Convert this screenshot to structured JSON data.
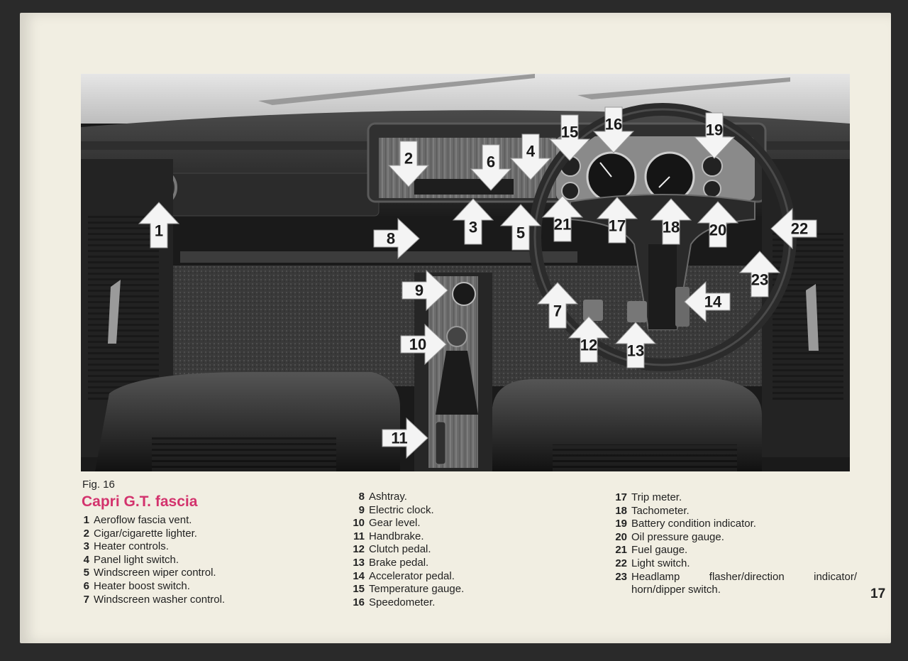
{
  "figure": {
    "label": "Fig. 16",
    "title": "Capri G.T. fascia"
  },
  "callouts": [
    "1",
    "2",
    "3",
    "4",
    "5",
    "6",
    "7",
    "8",
    "9",
    "10",
    "11",
    "12",
    "13",
    "14",
    "15",
    "16",
    "17",
    "18",
    "19",
    "20",
    "21",
    "22",
    "23"
  ],
  "legend": [
    {
      "num": "1",
      "text": "Aeroflow fascia vent."
    },
    {
      "num": "2",
      "text": "Cigar/cigarette lighter."
    },
    {
      "num": "3",
      "text": "Heater controls."
    },
    {
      "num": "4",
      "text": "Panel light switch."
    },
    {
      "num": "5",
      "text": "Windscreen wiper control."
    },
    {
      "num": "6",
      "text": "Heater boost switch."
    },
    {
      "num": "7",
      "text": "Windscreen washer control."
    },
    {
      "num": "8",
      "text": "Ashtray."
    },
    {
      "num": "9",
      "text": "Electric clock."
    },
    {
      "num": "10",
      "text": "Gear level."
    },
    {
      "num": "11",
      "text": "Handbrake."
    },
    {
      "num": "12",
      "text": "Clutch pedal."
    },
    {
      "num": "13",
      "text": "Brake pedal."
    },
    {
      "num": "14",
      "text": "Accelerator pedal."
    },
    {
      "num": "15",
      "text": "Temperature gauge."
    },
    {
      "num": "16",
      "text": "Speedometer."
    },
    {
      "num": "17",
      "text": "Trip meter."
    },
    {
      "num": "18",
      "text": "Tachometer."
    },
    {
      "num": "19",
      "text": "Battery condition indicator."
    },
    {
      "num": "20",
      "text": "Oil pressure gauge."
    },
    {
      "num": "21",
      "text": "Fuel gauge."
    },
    {
      "num": "22",
      "text": "Light switch."
    },
    {
      "num": "23",
      "text": "Headlamp flasher/direction indicator/ horn/dipper switch."
    }
  ],
  "page_number": "17",
  "colors": {
    "paper": "#f1eee2",
    "title": "#d3336d",
    "text": "#222222",
    "arrow_fill": "#f4f4f4"
  }
}
